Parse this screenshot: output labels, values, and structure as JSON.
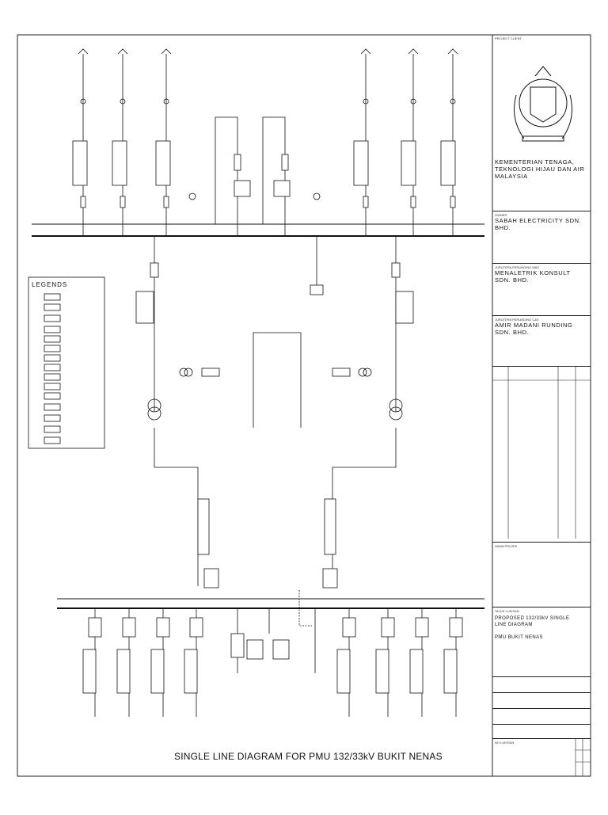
{
  "diagram_title": "SINGLE LINE  DIAGRAM FOR PMU 132/33kV BUKIT NENAS",
  "legend_title": "LEGENDS",
  "legend_items": [
    "",
    "",
    "",
    "",
    "",
    "",
    "",
    "",
    "",
    "",
    "",
    "",
    ""
  ],
  "title_block": {
    "project_client_label": "PROJECT CLIENT",
    "ministry_name": "KEMENTERIAN TENAGA, TEKNOLOGI HIJAU DAN AIR MALAYSIA",
    "ministry_address": "",
    "owner_label": "OWNER",
    "owner_name": "SABAH ELECTRICITY SDN. BHD.",
    "owner_address": "",
    "engineer1_label": "JURUTERA PERUNDING M&E",
    "engineer1_name": "MENALETRIK KONSULT SDN. BHD.",
    "engineer1_address": "",
    "engineer2_label": "JURUTERA PERUNDING C&S",
    "engineer2_name": "AMIR MADANI RUNDING SDN. BHD.",
    "engineer2_address": "",
    "revision_header": "",
    "project_name_label": "NAMA PROJEK",
    "project_name": "",
    "drawing_title_label": "TAJUK LUKISAN",
    "drawing_title_line1": "PROPOSED  132/33kV SINGLE",
    "drawing_title_line2": "LINE DIAGRAM",
    "drawing_title_line3": "PMU  BUKIT NENAS",
    "fields": [
      {
        "label": "",
        "value": ""
      },
      {
        "label": "",
        "value": ""
      },
      {
        "label": "",
        "value": ""
      },
      {
        "label": "",
        "value": ""
      }
    ],
    "drawing_no_label": "NO LUKISAN"
  }
}
